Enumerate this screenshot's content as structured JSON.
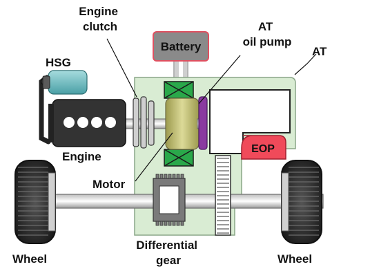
{
  "labels": {
    "engine_clutch": "Engine\nclutch",
    "at_oil_pump": "AT\noil pump",
    "at": "AT",
    "hsg": "HSG",
    "engine": "Engine",
    "motor": "Motor",
    "battery": "Battery",
    "eop": "EOP",
    "differential_gear": "Differential\ngear",
    "wheel_left": "Wheel",
    "wheel_right": "Wheel"
  },
  "colors": {
    "housing": "#d9ecd3",
    "battery_fill": "#8a8a8a",
    "battery_border": "#e05060",
    "hsg_fill": "#7fc6c9",
    "motor_fill": "#c8c67a",
    "stator_fill": "#2aa84a",
    "oil_pump_fill": "#8a3aa0",
    "eop_fill": "#f04a5a",
    "engine_fill": "#3a3a3a",
    "wheel_fill": "#2a2a2a"
  }
}
